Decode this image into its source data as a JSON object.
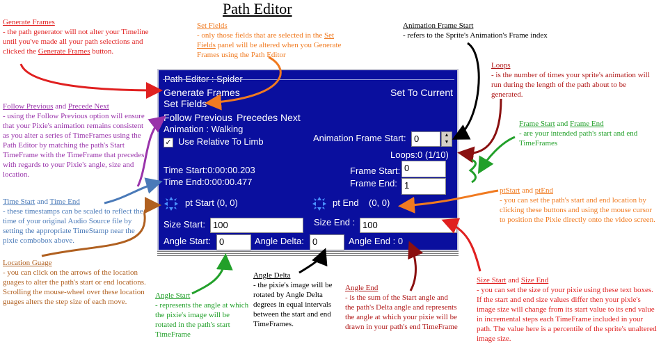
{
  "title": "Path Editor",
  "panel": {
    "caption": "Path Editor : Spider",
    "generate_frames": "Generate Frames",
    "set_fields": "Set Fields",
    "set_to_current": "Set To Current",
    "follow_previous": "Follow Previous",
    "precedes_next": "Precedes Next",
    "animation": "Animation : Walking",
    "use_relative": "Use Relative To Limb",
    "use_relative_checked": true,
    "anim_frame_start_label": "Animation Frame Start:",
    "anim_frame_start_value": "0",
    "loops": "Loops:0 (1/10)",
    "time_start": "Time Start:0:00:00.203",
    "time_end": "Time End:0:00:00.477",
    "frame_start_label": "Frame Start:",
    "frame_start_value": "0",
    "frame_end_label": "Frame End:",
    "frame_end_value": "1",
    "pt_start": "pt Start (0, 0)",
    "pt_end": "pt End",
    "pt_end_coords": "(0, 0)",
    "size_start_label": "Size Start:",
    "size_start_value": "100",
    "size_end_label": "Size End :",
    "size_end_value": "100",
    "angle_start_label": "Angle Start:",
    "angle_start_value": "0",
    "angle_delta_label": "Angle Delta:",
    "angle_delta_value": "0",
    "angle_end": "Angle End : 0"
  },
  "annotations": {
    "generate_frames": {
      "heading": "Generate Frames",
      "text_1": " - the path generator will not alter your Timeline until you've made all your path selections and clicked the ",
      "link": "Generate Frames",
      "text_2": " button."
    },
    "set_fields": {
      "heading": "Set Fields",
      "text_1": " - only those fields that are selected in the ",
      "link": "Set Fields",
      "text_2": " panel will be altered when you Generate Frames using the Path Editor"
    },
    "anim_frame_start": {
      "heading": "Animation Frame Start",
      "text": " - refers to the Sprite's Animation's Frame index"
    },
    "loops": {
      "heading": "Loops",
      "text": " - is the number of times your sprite's animation will run during the length of the path about to be generated."
    },
    "follow_previous": {
      "heading_1": "Follow Previous",
      "and": " and ",
      "heading_2": "Precede Next",
      "text": " - using the Follow Previous option will ensure that your Pixie's animation remains consistent as you alter a series of TimeFrames using the Path Editor by matching the path's Start TimeFrame with the TimeFrame that precedes with regards to your Pixie's angle, size and location."
    },
    "frame_start_end": {
      "heading_1": "Frame Start",
      "and": " and ",
      "heading_2": "Frame End",
      "text": " - are your intended path's start and end TimeFrames"
    },
    "time_start_end": {
      "heading_1": "Time Start",
      "and": " and ",
      "heading_2": "Time End",
      "text": " - these timestamps can be scaled to reflect the time of your original Audio Source file by setting the appropriate TimeStamp near the pixie combobox above."
    },
    "pt_start_end": {
      "heading_1": "ptStart",
      "and": " and ",
      "heading_2": "ptEnd",
      "text": " - you can set the path's start and end location by clicking these buttons and using the mouse cursor to position the Pixie directly onto the video screen."
    },
    "location_guage": {
      "heading": "Location Guage",
      "text": " - you can click on the arrows of the location guages to alter the path's start or end locations.  Scrolling the mouse-wheel over these location guages alters the step size of each move."
    },
    "angle_start": {
      "heading": "Angle Start",
      "text": " - represents the angle at which the pixie's image will be rotated in the path's start TimeFrame"
    },
    "angle_delta": {
      "heading": "Angle Delta",
      "text": " - the pixie's image will be rotated by Angle Delta degrees in equal intervals between the start and end TimeFrames."
    },
    "angle_end": {
      "heading": "Angle End",
      "text": " - is the sum of the Start angle and the path's Delta angle and represents the angle at which your pixie will be drawn in your path's end TimeFrame"
    },
    "size_start_end": {
      "heading_1": "Size Start",
      "and": " and ",
      "heading_2": "Size End",
      "text": " - you can set the size of your pixie using these text boxes.  If the start and end size values differ then your pixie's image size will change from its start value to its end value in incremental steps each TimeFrame included in your path.  The value here is a percentile of the sprite's unaltered image size."
    }
  },
  "colors": {
    "panel_bg": "#0a0f9e",
    "red": "#e02020",
    "orange": "#f07a20",
    "purple": "#9933aa",
    "blue": "#4a7ab8",
    "brown": "#b06020",
    "green": "#22a02a",
    "dark_red": "#b01818"
  }
}
